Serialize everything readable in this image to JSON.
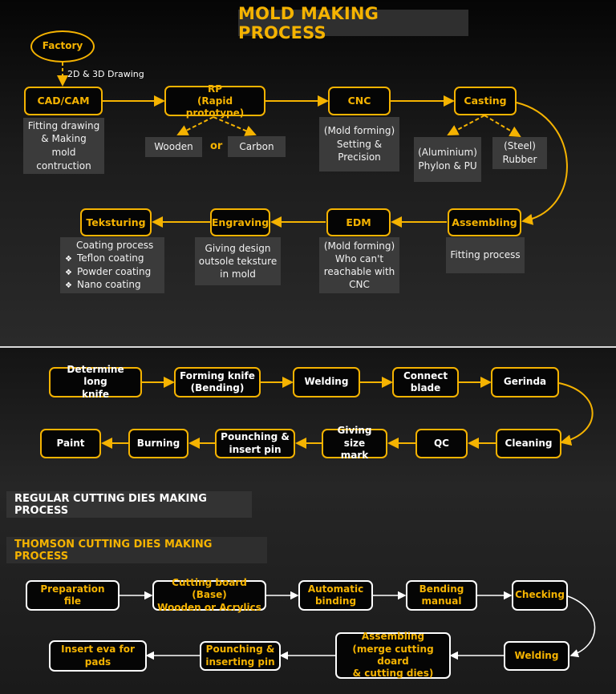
{
  "mold": {
    "title": "MOLD MAKING PROCESS",
    "factory": "Factory",
    "drawing_label": "2D & 3D Drawing",
    "steps": {
      "cadcam": "CAD/CAM",
      "rp": "RP\n(Rapid prototype)",
      "cnc": "CNC",
      "casting": "Casting",
      "assembling": "Assembling",
      "edm": "EDM",
      "engraving": "Engraving",
      "teksturing": "Teksturing"
    },
    "notes": {
      "cadcam": "Fitting drawing\n& Making\nmold\ncontruction",
      "wooden": "Wooden",
      "or": "or",
      "carbon": "Carbon",
      "cnc": "(Mold forming)\nSetting &\nPrecision",
      "aluminium": "(Aluminium)\nPhylon & PU",
      "steel": "(Steel)\nRubber",
      "assembling": "Fitting process",
      "edm": "(Mold forming)\nWho can't\nreachable with\nCNC",
      "engraving": "Giving design\noutsole teksture\nin mold",
      "teksturing_title": "Coating process",
      "teksturing_items": [
        "Teflon coating",
        "Powder coating",
        "Nano coating"
      ]
    }
  },
  "regular": {
    "title": "REGULAR CUTTING DIES MAKING PROCESS",
    "steps": {
      "determine": "Determine long\nknife",
      "forming": "Forming knife\n(Bending)",
      "welding": "Welding",
      "connect": "Connect\nblade",
      "gerinda": "Gerinda",
      "cleaning": "Cleaning",
      "qc": "QC",
      "sizemark": "Giving size\nmark",
      "pounching": "Pounching &\ninsert pin",
      "burning": "Burning",
      "paint": "Paint"
    }
  },
  "thomson": {
    "title": "THOMSON CUTTING DIES MAKING PROCESS",
    "steps": {
      "preparation": "Preparation file",
      "cuttingboard": "Cutting board (Base)\nWooden or Acrylics",
      "binding": "Automatic\nbinding",
      "bending": "Bending\nmanual",
      "checking": "Checking",
      "welding": "Welding",
      "assembling": "Assembling\n(merge cutting doard\n& cutting dies)",
      "pounching": "Pounching &\ninserting pin",
      "inserteva": "Insert eva for\npads"
    }
  },
  "colors": {
    "accent": "#f5b301",
    "box_bg": "#050505",
    "note_bg": "#3b3b3b",
    "connector_white": "#ffffff"
  }
}
